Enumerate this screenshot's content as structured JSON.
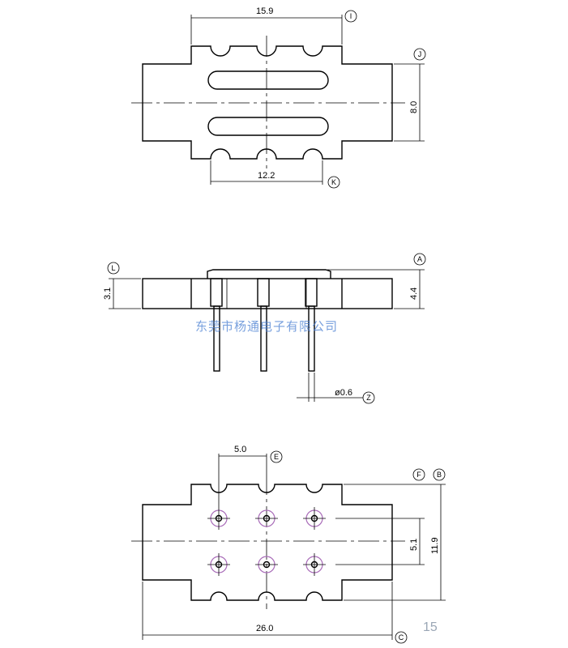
{
  "top_view": {
    "dim_width_upper": "15.9",
    "dim_width_lower": "12.2",
    "dim_height": "8.0",
    "ref_upper": "I",
    "ref_right": "J",
    "ref_lower": "K"
  },
  "side_view": {
    "dim_height_left": "3.1",
    "dim_height_right": "4.4",
    "dim_pin_diameter": "ø0.6",
    "ref_left": "L",
    "ref_right": "A",
    "ref_pin": "Z"
  },
  "bottom_view": {
    "dim_pitch": "5.0",
    "dim_row_spacing": "5.1",
    "dim_height": "11.9",
    "dim_length": "26.0",
    "ref_pitch": "E",
    "ref_top_f": "F",
    "ref_top_b": "B",
    "ref_bottom": "C"
  },
  "watermark": "东莞市杨通电子有限公司",
  "page_number": "15"
}
